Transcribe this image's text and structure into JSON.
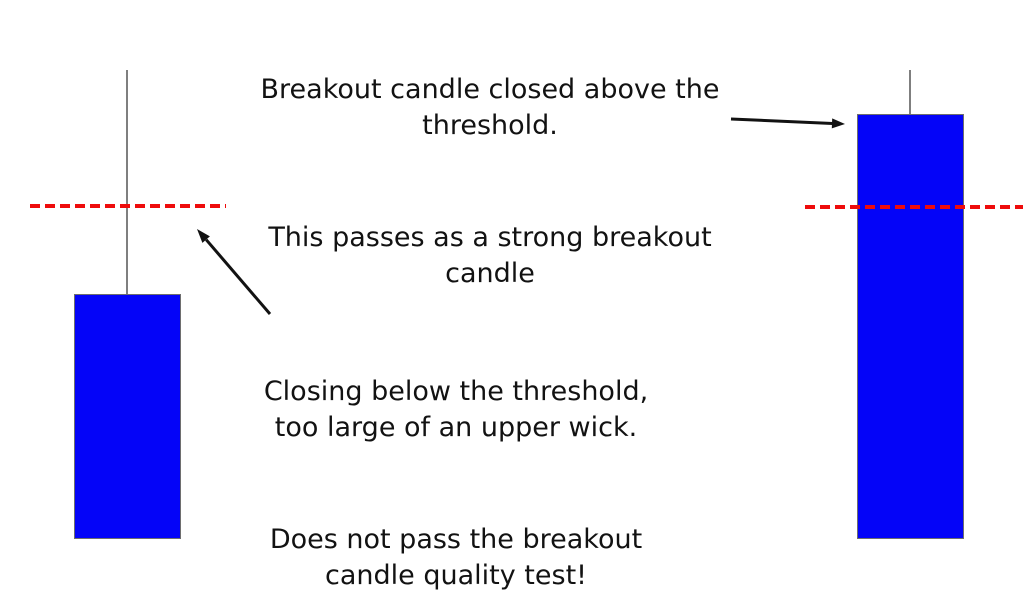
{
  "colors": {
    "background": "#ffffff",
    "candle_fill": "#0404f8",
    "candle_border": "#6e6e6e",
    "wick": "#7f7f7f",
    "threshold": "#ee0c0c",
    "arrow": "#121212",
    "text": "#121212"
  },
  "notes": {
    "strong": {
      "para1": "Breakout candle closed above the\nthreshold.",
      "para2": "This passes as a strong breakout\ncandle"
    },
    "weak": {
      "para1": "Closing below the threshold,\ntoo large of an upper wick.",
      "para2": "Does not pass the breakout\ncandle quality test!"
    }
  }
}
